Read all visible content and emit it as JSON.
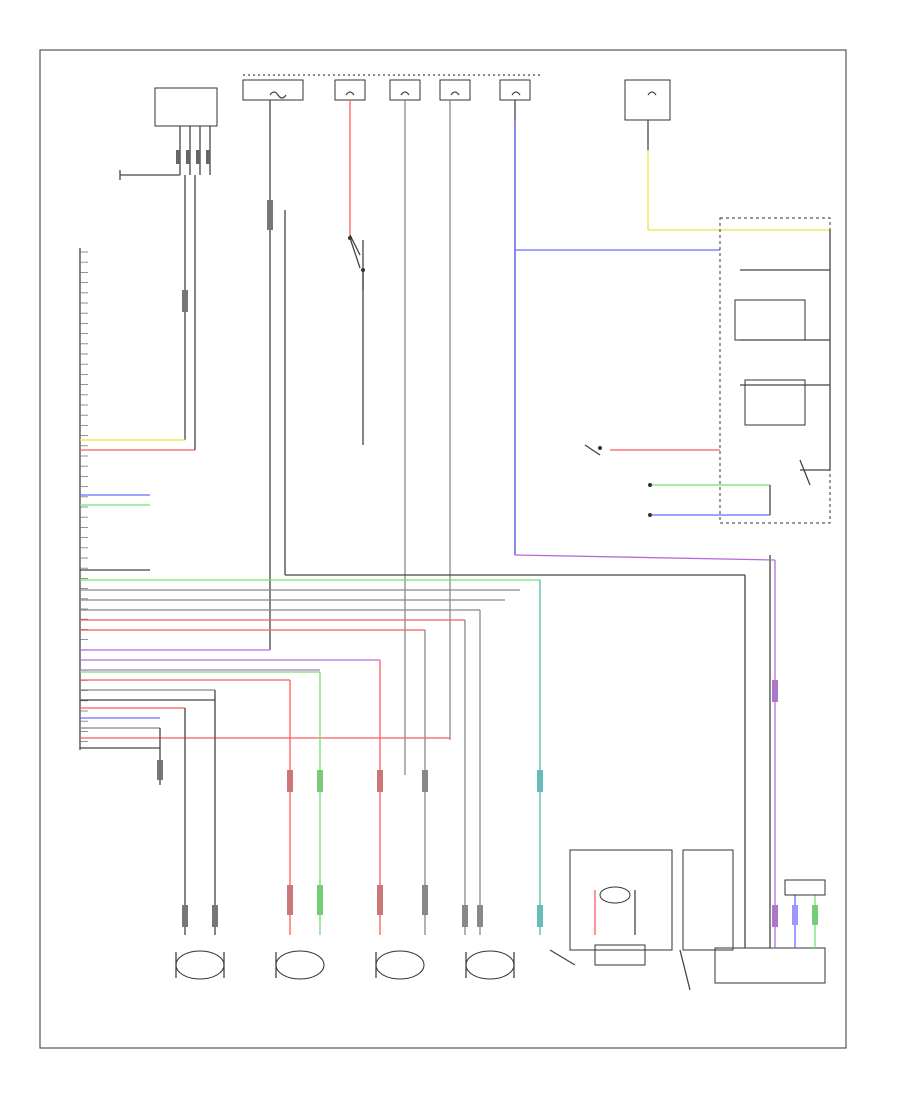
{
  "diagram": {
    "footer_code": "",
    "components": [
      {
        "id": "tcm",
        "label": ""
      },
      {
        "id": "accel-sensor",
        "label": ""
      },
      {
        "id": "data-link",
        "label": ""
      },
      {
        "id": "lf-sensor",
        "label": ""
      },
      {
        "id": "lr-sensor",
        "label": ""
      },
      {
        "id": "rr-sensor",
        "label": ""
      },
      {
        "id": "rf-sensor",
        "label": ""
      },
      {
        "id": "actuator-unit",
        "label": ""
      },
      {
        "id": "control-unit",
        "label": ""
      },
      {
        "id": "brake-switch",
        "label": ""
      },
      {
        "id": "fuse-block",
        "label": ""
      }
    ],
    "wire_colors": {
      "black": "#444444",
      "gray": "#888888",
      "red": "#ff5a5a",
      "green": "#6fe06f",
      "blue": "#6a6aff",
      "violet": "#b66cd8",
      "yellow": "#e6e63c",
      "teal": "#56b6a8"
    }
  }
}
